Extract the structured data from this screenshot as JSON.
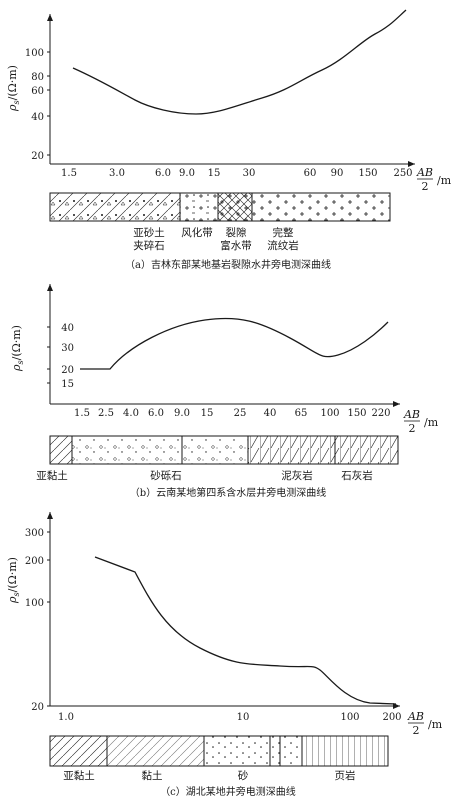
{
  "panels": [
    {
      "id": "a",
      "y_label": "ρs/(Ω·m)",
      "x_ticks": [
        "1.5",
        "3.0",
        "6.0",
        "9.0",
        "15",
        "30",
        "60",
        "90",
        "150",
        "250"
      ],
      "y_ticks": [
        "20",
        "40",
        "60",
        "80",
        "100"
      ],
      "x_axis_label": "AB/2 /m",
      "strata": [
        "亚砂土夹碎石",
        "风化带",
        "裂隙富水带",
        "完整流纹岩"
      ],
      "strata_lines": [
        [
          "亚砂土",
          "夹碎石"
        ],
        [
          "风化带"
        ],
        [
          "裂隙",
          "富水带"
        ],
        [
          "完整",
          "流纹岩"
        ]
      ],
      "caption": "（a）吉林东部某地基岩裂隙水井旁电测深曲线"
    },
    {
      "id": "b",
      "y_label": "ρs/(Ω·m)",
      "x_ticks": [
        "1.5",
        "2.5",
        "4.0",
        "6.0",
        "9.0",
        "15",
        "25",
        "40",
        "65",
        "100",
        "150",
        "220"
      ],
      "y_ticks": [
        "15",
        "20",
        "30",
        "40"
      ],
      "x_axis_label": "AB/2 /m",
      "strata": [
        "亚黏土",
        "砂砾石",
        "泥灰岩",
        "石灰岩"
      ],
      "caption": "（b）云南某地第四系含水层井旁电测深曲线"
    },
    {
      "id": "c",
      "y_label": "ρs/(Ω·m)",
      "x_ticks": [
        "1.0",
        "10",
        "100",
        "200"
      ],
      "y_ticks": [
        "20",
        "100",
        "200",
        "300"
      ],
      "x_axis_label": "AB/2 /m",
      "strata": [
        "亚黏土",
        "黏土",
        "砂",
        "页岩"
      ],
      "caption": "（c）湖北某地井旁电测深曲线"
    }
  ],
  "axis_label_parts": {
    "rho": "ρ",
    "sub": "s",
    "unit": "/(Ω·m)",
    "ab": "AB",
    "two": "2",
    "m": "/m"
  }
}
